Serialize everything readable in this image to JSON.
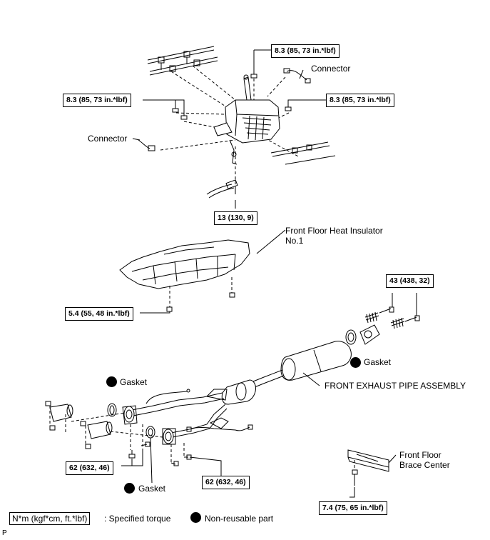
{
  "torques": {
    "t1": "8.3 (85, 73 in.*lbf)",
    "t2": "8.3 (85, 73 in.*lbf)",
    "t3": "8.3 (85, 73 in.*lbf)",
    "t4": "13 (130, 9)",
    "t5": "5.4 (55, 48 in.*lbf)",
    "t6": "43 (438, 32)",
    "t7": "62 (632, 46)",
    "t8": "62 (632, 46)",
    "t9": "7.4 (75, 65  in.*lbf)"
  },
  "labels": {
    "connector_top": "Connector",
    "connector_left": "Connector",
    "heat_insulator": "Front Floor Heat Insulator No.1",
    "gasket_right": "Gasket",
    "gasket_left_top": "Gasket",
    "gasket_bottom": "Gasket",
    "exhaust_pipe": "FRONT EXHAUST PIPE ASSEMBLY",
    "brace_center": "Front Floor Brace Center"
  },
  "legend": {
    "torque_unit": "N*m (kgf*cm, ft.*lbf)",
    "torque_desc": ": Specified torque",
    "nonreusable": "Non-reusable part"
  },
  "corner_mark": "P"
}
